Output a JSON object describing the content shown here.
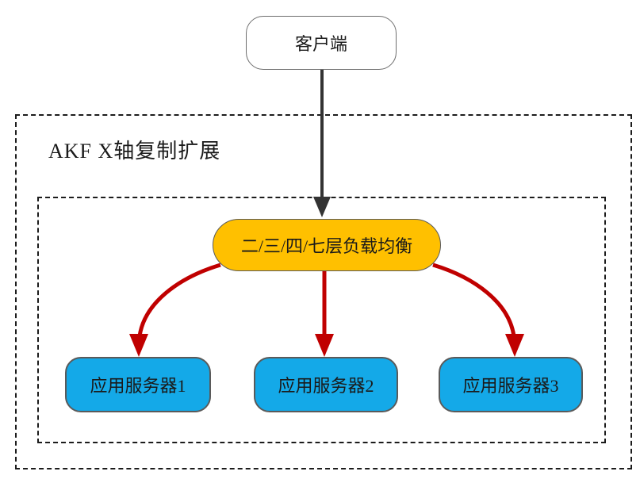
{
  "diagram": {
    "client": {
      "label": "客户端"
    },
    "group": {
      "label": "AKF X轴复制扩展"
    },
    "load_balancer": {
      "label": "二/三/四/七层负载均衡"
    },
    "servers": [
      {
        "label": "应用服务器1"
      },
      {
        "label": "应用服务器2"
      },
      {
        "label": "应用服务器3"
      }
    ],
    "colors": {
      "lb_fill": "#ffc000",
      "server_fill": "#14a9e8",
      "flow_arrow": "#c00000",
      "client_arrow": "#333333",
      "dash_border": "#1c1c1c",
      "node_border": "#5a5a5a"
    }
  }
}
